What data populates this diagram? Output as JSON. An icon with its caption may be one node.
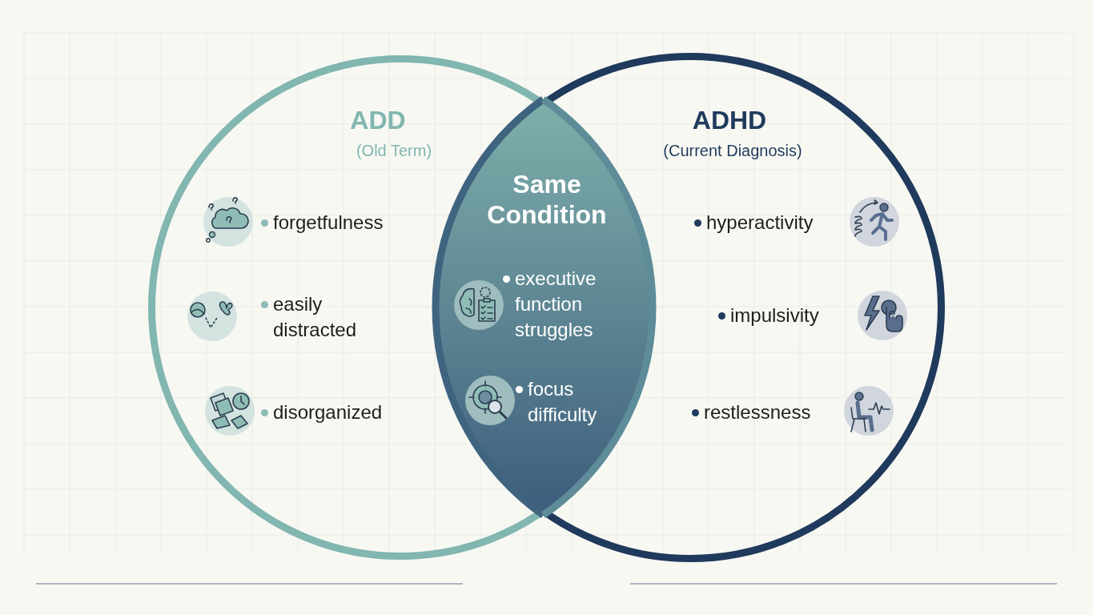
{
  "diagram": {
    "nodes": [
      {
        "text": [
          "ADD",
          "(Old Term)"
        ]
      },
      {
        "text": [
          "ADHD",
          "(Current Diagnosis)"
        ]
      },
      {
        "text": [
          "Same Condition"
        ]
      }
    ],
    "labels": [
      "forgetfulness",
      "easily distracted",
      "disorganized",
      "executive function struggles",
      "focus difficulty",
      "hyperactivity",
      "impulsivity",
      "restlessness"
    ]
  }
}
